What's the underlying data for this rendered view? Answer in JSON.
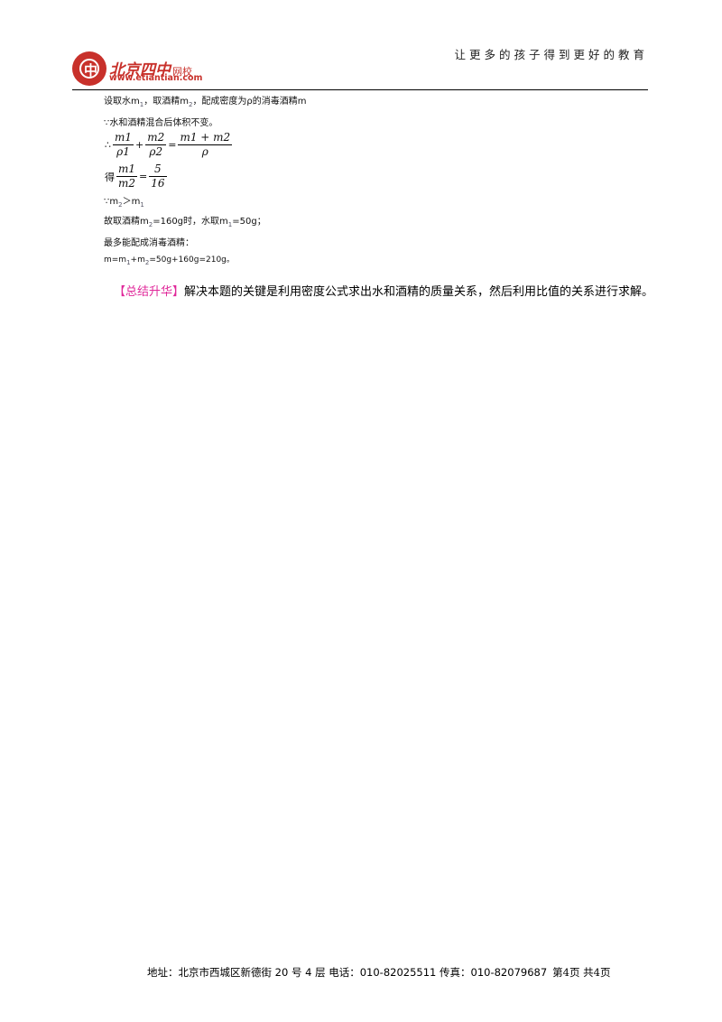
{
  "header": {
    "logo_glyph": "中",
    "logo_name": "北京四中",
    "logo_net": "网校",
    "logo_url": "www.etiantian.com",
    "slogan": "让更多的孩子得到更好的教育"
  },
  "solution": {
    "line1": {
      "a": "设取水m",
      "b": "1",
      "c": "，取酒精m",
      "d": "2",
      "e": "，配成密度为ρ的消毒酒精m"
    },
    "line2": "∵水和酒精混合后体积不变。",
    "line3": {
      "prefix": "∴",
      "f1_num": "m1",
      "f1_den": "ρ1",
      "plus": "+",
      "f2_num": "m2",
      "f2_den": "ρ2",
      "eq": "=",
      "f3_num": "m1 + m2",
      "f3_den": "ρ"
    },
    "line4": {
      "prefix": "得",
      "f_num": "m1",
      "f_den": "m2",
      "eq": "=",
      "r_num": "5",
      "r_den": "16"
    },
    "line5": {
      "a": "∵m",
      "b": "2",
      "c": "＞m",
      "d": "1"
    },
    "line6": {
      "a": "故取酒精m",
      "b": "2",
      "c": "=160g时，水取m",
      "d": "1",
      "e": "=50g；"
    },
    "line7": "最多能配成消毒酒精：",
    "line8": {
      "a": "m=m",
      "b": "1",
      "c": "+m",
      "d": "2",
      "e": "=50g+160g=210g。"
    }
  },
  "summary": {
    "tag": "【总结升华】",
    "text": "解决本题的关键是利用密度公式求出水和酒精的质量关系，然后利用比值的关系进行求解。"
  },
  "footer": {
    "address": "地址：北京市西城区新德街 20 号 4 层  电话：010-82025511  传真：010-82079687",
    "page": "第4页  共4页"
  },
  "colors": {
    "brand_red": "#c8312b",
    "summary_tag": "#e0289a"
  }
}
